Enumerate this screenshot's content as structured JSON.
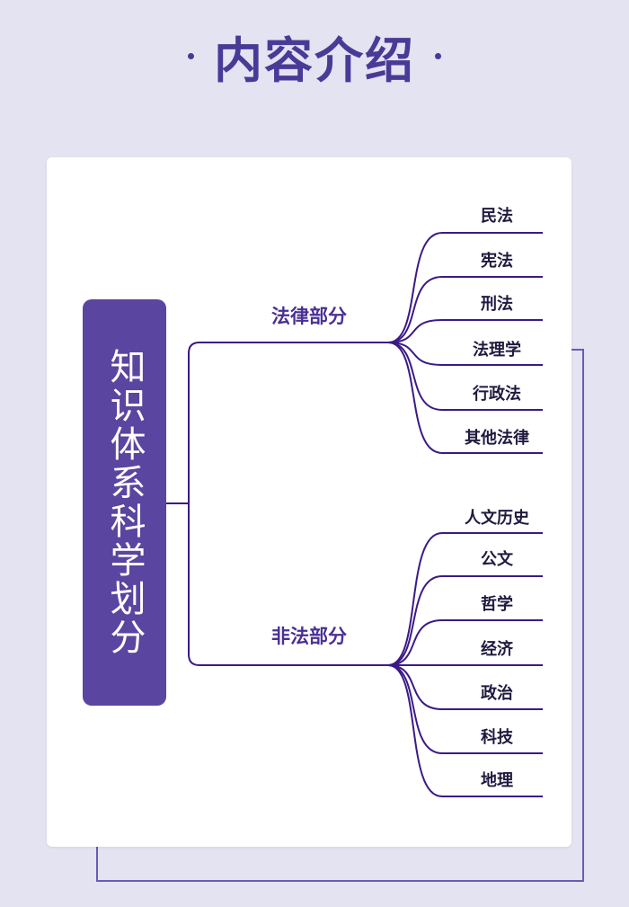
{
  "page_title": "内容介绍",
  "root": {
    "label": "知识体系科学划分"
  },
  "branches": [
    {
      "label": "法律部分",
      "leaves": [
        "民法",
        "宪法",
        "刑法",
        "法理学",
        "行政法",
        "其他法律"
      ]
    },
    {
      "label": "非法部分",
      "leaves": [
        "人文历史",
        "公文",
        "哲学",
        "经济",
        "政治",
        "科技",
        "地理"
      ]
    }
  ],
  "colors": {
    "accent": "#4a3a97",
    "root_fill": "#5a45a0",
    "connector": "#3b1a86",
    "branch_text": "#4a2f95",
    "background": "#e3e3f1"
  }
}
